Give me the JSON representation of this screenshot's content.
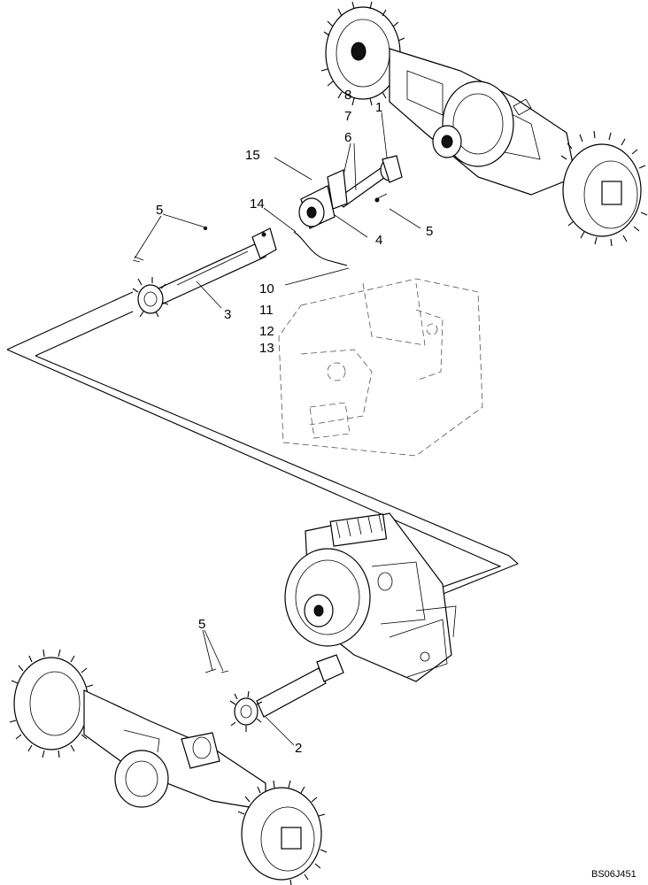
{
  "callouts": {
    "c1": "1",
    "c2": "2",
    "c3": "3",
    "c4": "4",
    "c5_left": "5",
    "c5_right": "5",
    "c5_lower": "5",
    "c6": "6",
    "c7": "7",
    "c8": "8",
    "c10": "10",
    "c11": "11",
    "c12": "12",
    "c13": "13",
    "c14": "14",
    "c15": "15"
  },
  "drawing_code": "BS06J451"
}
